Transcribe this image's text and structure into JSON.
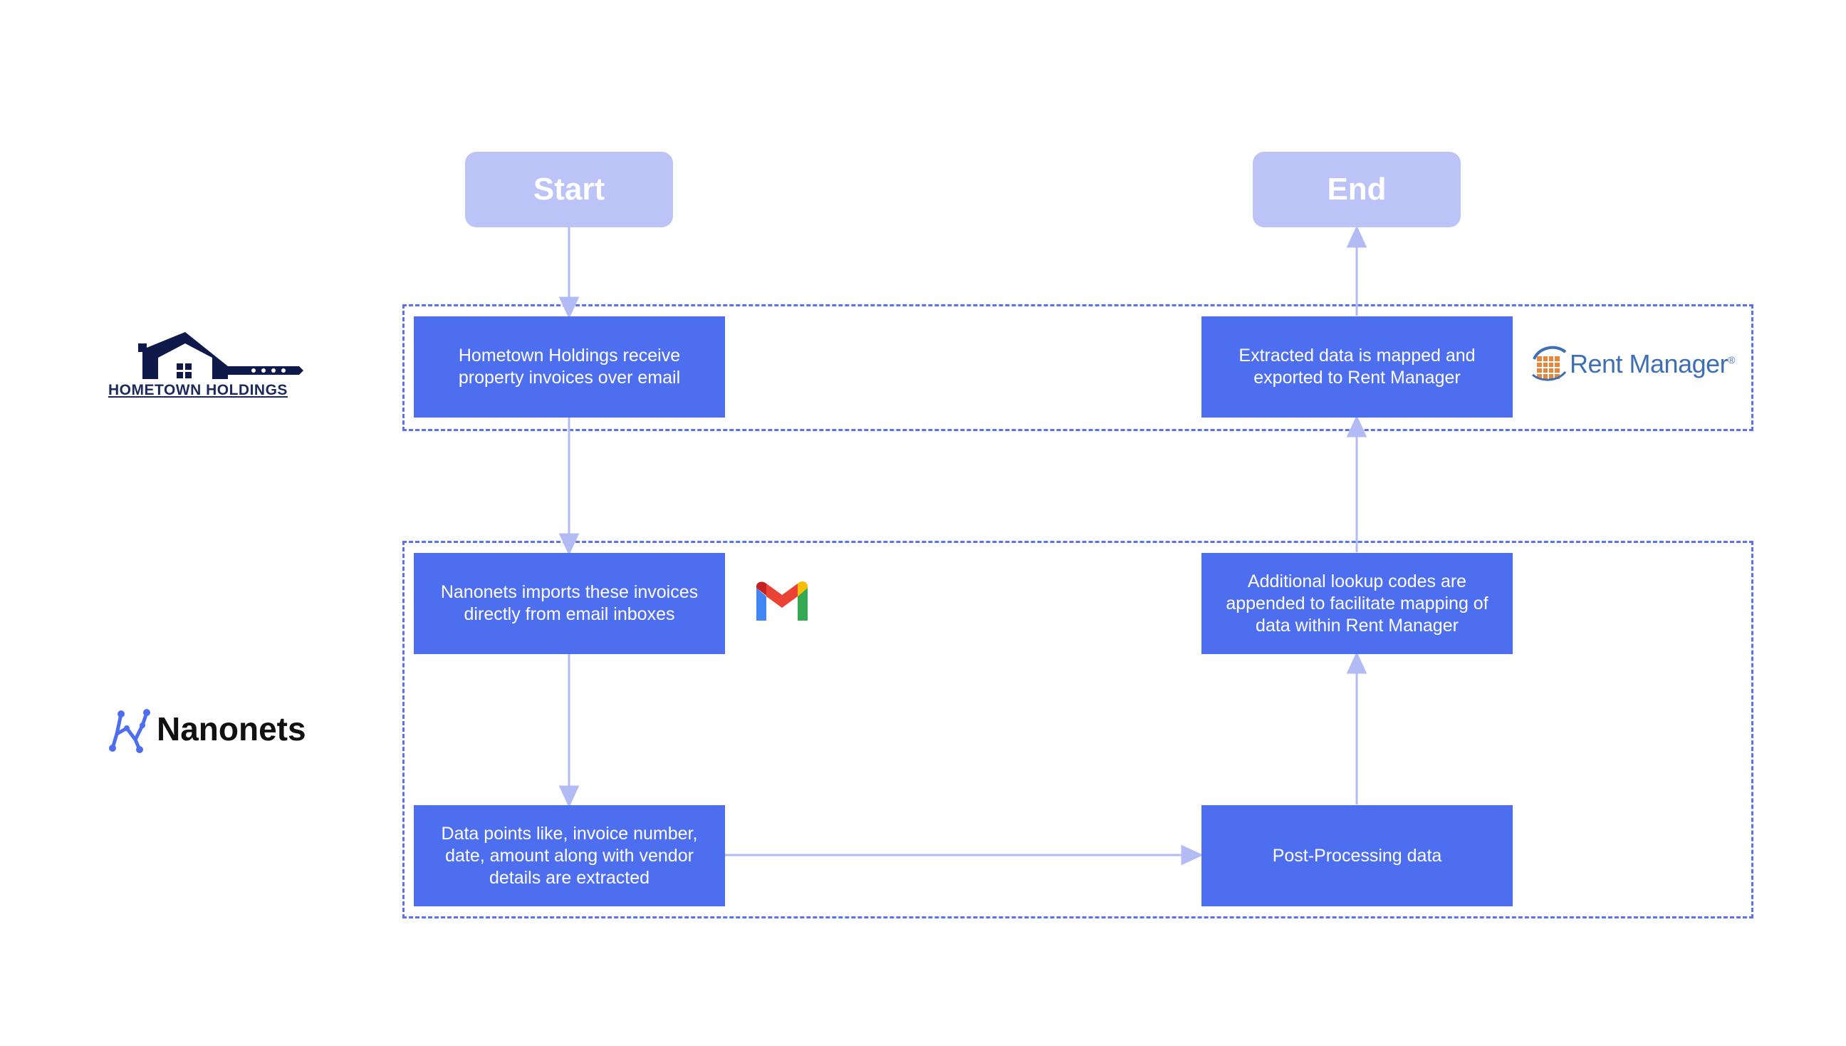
{
  "diagram": {
    "start_label": "Start",
    "end_label": "End",
    "steps": {
      "receive": "Hometown Holdings receive property invoices over email",
      "import": "Nanonets imports these invoices directly from email inboxes",
      "extract": "Data points like, invoice number, date, amount along with vendor details are extracted",
      "postprocess": "Post-Processing data",
      "lookup": "Additional lookup codes are appended to facilitate mapping of data within Rent Manager",
      "export": "Extracted data is mapped and exported to Rent Manager"
    }
  },
  "logos": {
    "hometown": "HOMETOWN HOLDINGS",
    "nanonets": "Nanonets",
    "rent_manager": "Rent Manager",
    "rent_manager_mark": "®"
  },
  "colors": {
    "step_fill": "#4e6ef0",
    "terminal_fill": "#bcc3f7",
    "connector": "#b3bbf5",
    "lane_border": "#5b72ee",
    "hometown_navy": "#0f1a4a",
    "nanonets_blue": "#4e6ef0",
    "rent_manager_blue": "#3e6fb5",
    "rent_manager_orange": "#e8873a"
  },
  "icons": {
    "gmail": "gmail-icon",
    "hometown": "house-key-icon",
    "nanonets": "nanonets-network-icon",
    "rent_manager": "building-globe-icon"
  }
}
